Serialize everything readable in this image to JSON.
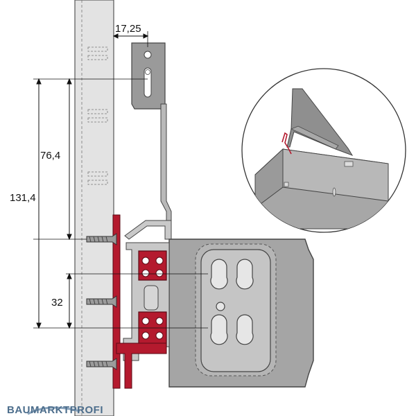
{
  "dimensions": {
    "top_offset": "17,25",
    "upper_hole": "76,4",
    "total": "131,4",
    "lower_hole": "32"
  },
  "logo": {
    "text": "BAUMARKTPROFI"
  },
  "colors": {
    "panel": "#e3e3e3",
    "bracket": "#9a9a9a",
    "rail_red": "#b41a2e",
    "drawer_gray": "#a5a5a5",
    "logo_blue": "#4d6e8c"
  }
}
